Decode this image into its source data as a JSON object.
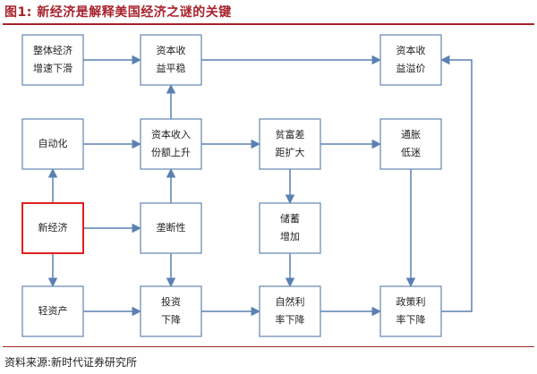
{
  "figure": {
    "title": "图1:  新经济是解释美国经济之谜的关键",
    "source": "资料来源:新时代证券研究所"
  },
  "colors": {
    "title_red": "#a8232c",
    "box_border": "#6d8fb8",
    "highlight_border": "#e0201f",
    "arrow": "#5b80b2"
  },
  "nodes": [
    {
      "id": "overall-economy-growth-slowdown",
      "lines": [
        "整体经济",
        "增速下滑"
      ]
    },
    {
      "id": "capital-return-stable",
      "lines": [
        "资本收",
        "益平稳"
      ]
    },
    {
      "id": "capital-premium",
      "lines": [
        "资本收",
        "益溢价"
      ]
    },
    {
      "id": "automation",
      "lines": [
        "自动化"
      ]
    },
    {
      "id": "capital-income-share-rise",
      "lines": [
        "资本收入",
        "份额上升"
      ]
    },
    {
      "id": "wealth-gap-widening",
      "lines": [
        "贫富差",
        "距扩大"
      ]
    },
    {
      "id": "inflation-low",
      "lines": [
        "通胀",
        "低迷"
      ]
    },
    {
      "id": "new-economy",
      "lines": [
        "新经济"
      ],
      "highlight": true
    },
    {
      "id": "monopoly",
      "lines": [
        "垄断性"
      ]
    },
    {
      "id": "savings-increase",
      "lines": [
        "储蓄",
        "增加"
      ]
    },
    {
      "id": "light-assets",
      "lines": [
        "轻资产"
      ]
    },
    {
      "id": "investment-decline",
      "lines": [
        "投资",
        "下降"
      ]
    },
    {
      "id": "natural-rate-decline",
      "lines": [
        "自然利",
        "率下降"
      ]
    },
    {
      "id": "policy-rate-decline",
      "lines": [
        "政策利",
        "率下降"
      ]
    }
  ],
  "edges": [
    {
      "from": "overall-economy-growth-slowdown",
      "to": "capital-return-stable"
    },
    {
      "from": "capital-return-stable",
      "to": "capital-premium"
    },
    {
      "from": "automation",
      "to": "capital-income-share-rise"
    },
    {
      "from": "capital-income-share-rise",
      "to": "capital-return-stable"
    },
    {
      "from": "capital-income-share-rise",
      "to": "wealth-gap-widening"
    },
    {
      "from": "wealth-gap-widening",
      "to": "inflation-low"
    },
    {
      "from": "wealth-gap-widening",
      "to": "savings-increase"
    },
    {
      "from": "inflation-low",
      "to": "policy-rate-decline"
    },
    {
      "from": "new-economy",
      "to": "automation"
    },
    {
      "from": "new-economy",
      "to": "monopoly"
    },
    {
      "from": "new-economy",
      "to": "light-assets"
    },
    {
      "from": "monopoly",
      "to": "capital-income-share-rise"
    },
    {
      "from": "monopoly",
      "to": "investment-decline"
    },
    {
      "from": "savings-increase",
      "to": "natural-rate-decline"
    },
    {
      "from": "light-assets",
      "to": "investment-decline"
    },
    {
      "from": "investment-decline",
      "to": "natural-rate-decline"
    },
    {
      "from": "natural-rate-decline",
      "to": "policy-rate-decline"
    },
    {
      "from": "policy-rate-decline",
      "to": "capital-premium"
    }
  ]
}
